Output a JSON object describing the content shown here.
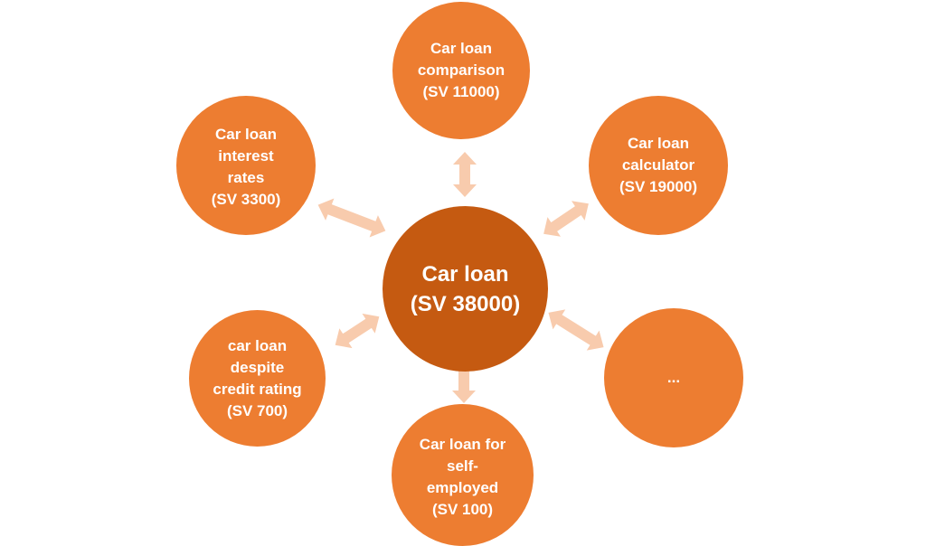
{
  "diagram": {
    "center": {
      "label": "Car loan\n(SV 38000)"
    },
    "nodes": {
      "top": {
        "label": "Car loan\ncomparison\n(SV 11000)"
      },
      "upper_left": {
        "label": "Car loan\ninterest\nrates\n(SV 3300)"
      },
      "upper_right": {
        "label": "Car loan\ncalculator\n(SV 19000)"
      },
      "lower_left": {
        "label": "car loan\ndespite\ncredit rating\n(SV 700)"
      },
      "lower_right": {
        "label": "..."
      },
      "bottom": {
        "label": "Car loan for\nself-\nemployed\n(SV 100)"
      }
    }
  },
  "colors": {
    "satellite": "#ed7d31",
    "center": "#c55a11",
    "arrow": "#f8cbad",
    "text": "#ffffff"
  }
}
